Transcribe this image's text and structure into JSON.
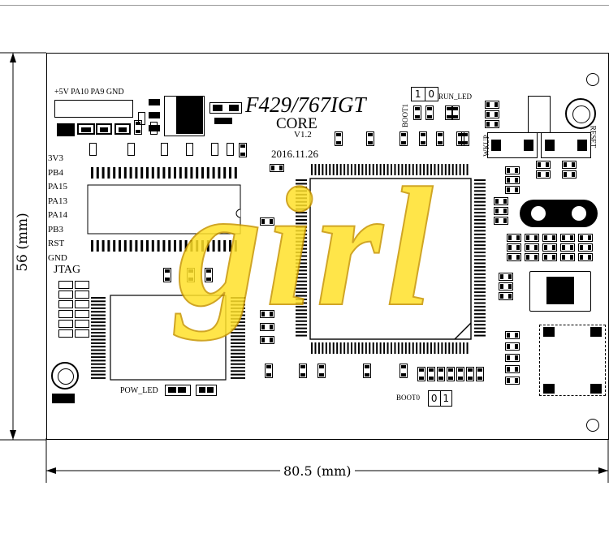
{
  "board": {
    "title": "F429/767IGT",
    "subtitle": "CORE",
    "version": "V1.2",
    "date": "2016.11.26",
    "top_header_labels": "+5V PA10 PA9  GND",
    "jtag_label": "JTAG",
    "jtag_pins": [
      "3V3",
      "PB4",
      "PA15",
      "PA13",
      "PA14",
      "PB3",
      "RST",
      "GND"
    ],
    "boot1_label": "BOOT1",
    "boot1_values": [
      "1",
      "0"
    ],
    "run_led_label": "RUN_LED",
    "reset_label": "RESET",
    "wkup_label": "WKUP",
    "pow_led_label": "POW_LED",
    "boot0_label": "BOOT0",
    "boot0_values": [
      "0",
      "1"
    ]
  },
  "dimensions": {
    "width_label": "80.5 (mm)",
    "height_label": "56 (mm)"
  },
  "watermark": "girl",
  "colors": {
    "watermark_fill": "#ffe12a",
    "line": "#000000"
  }
}
